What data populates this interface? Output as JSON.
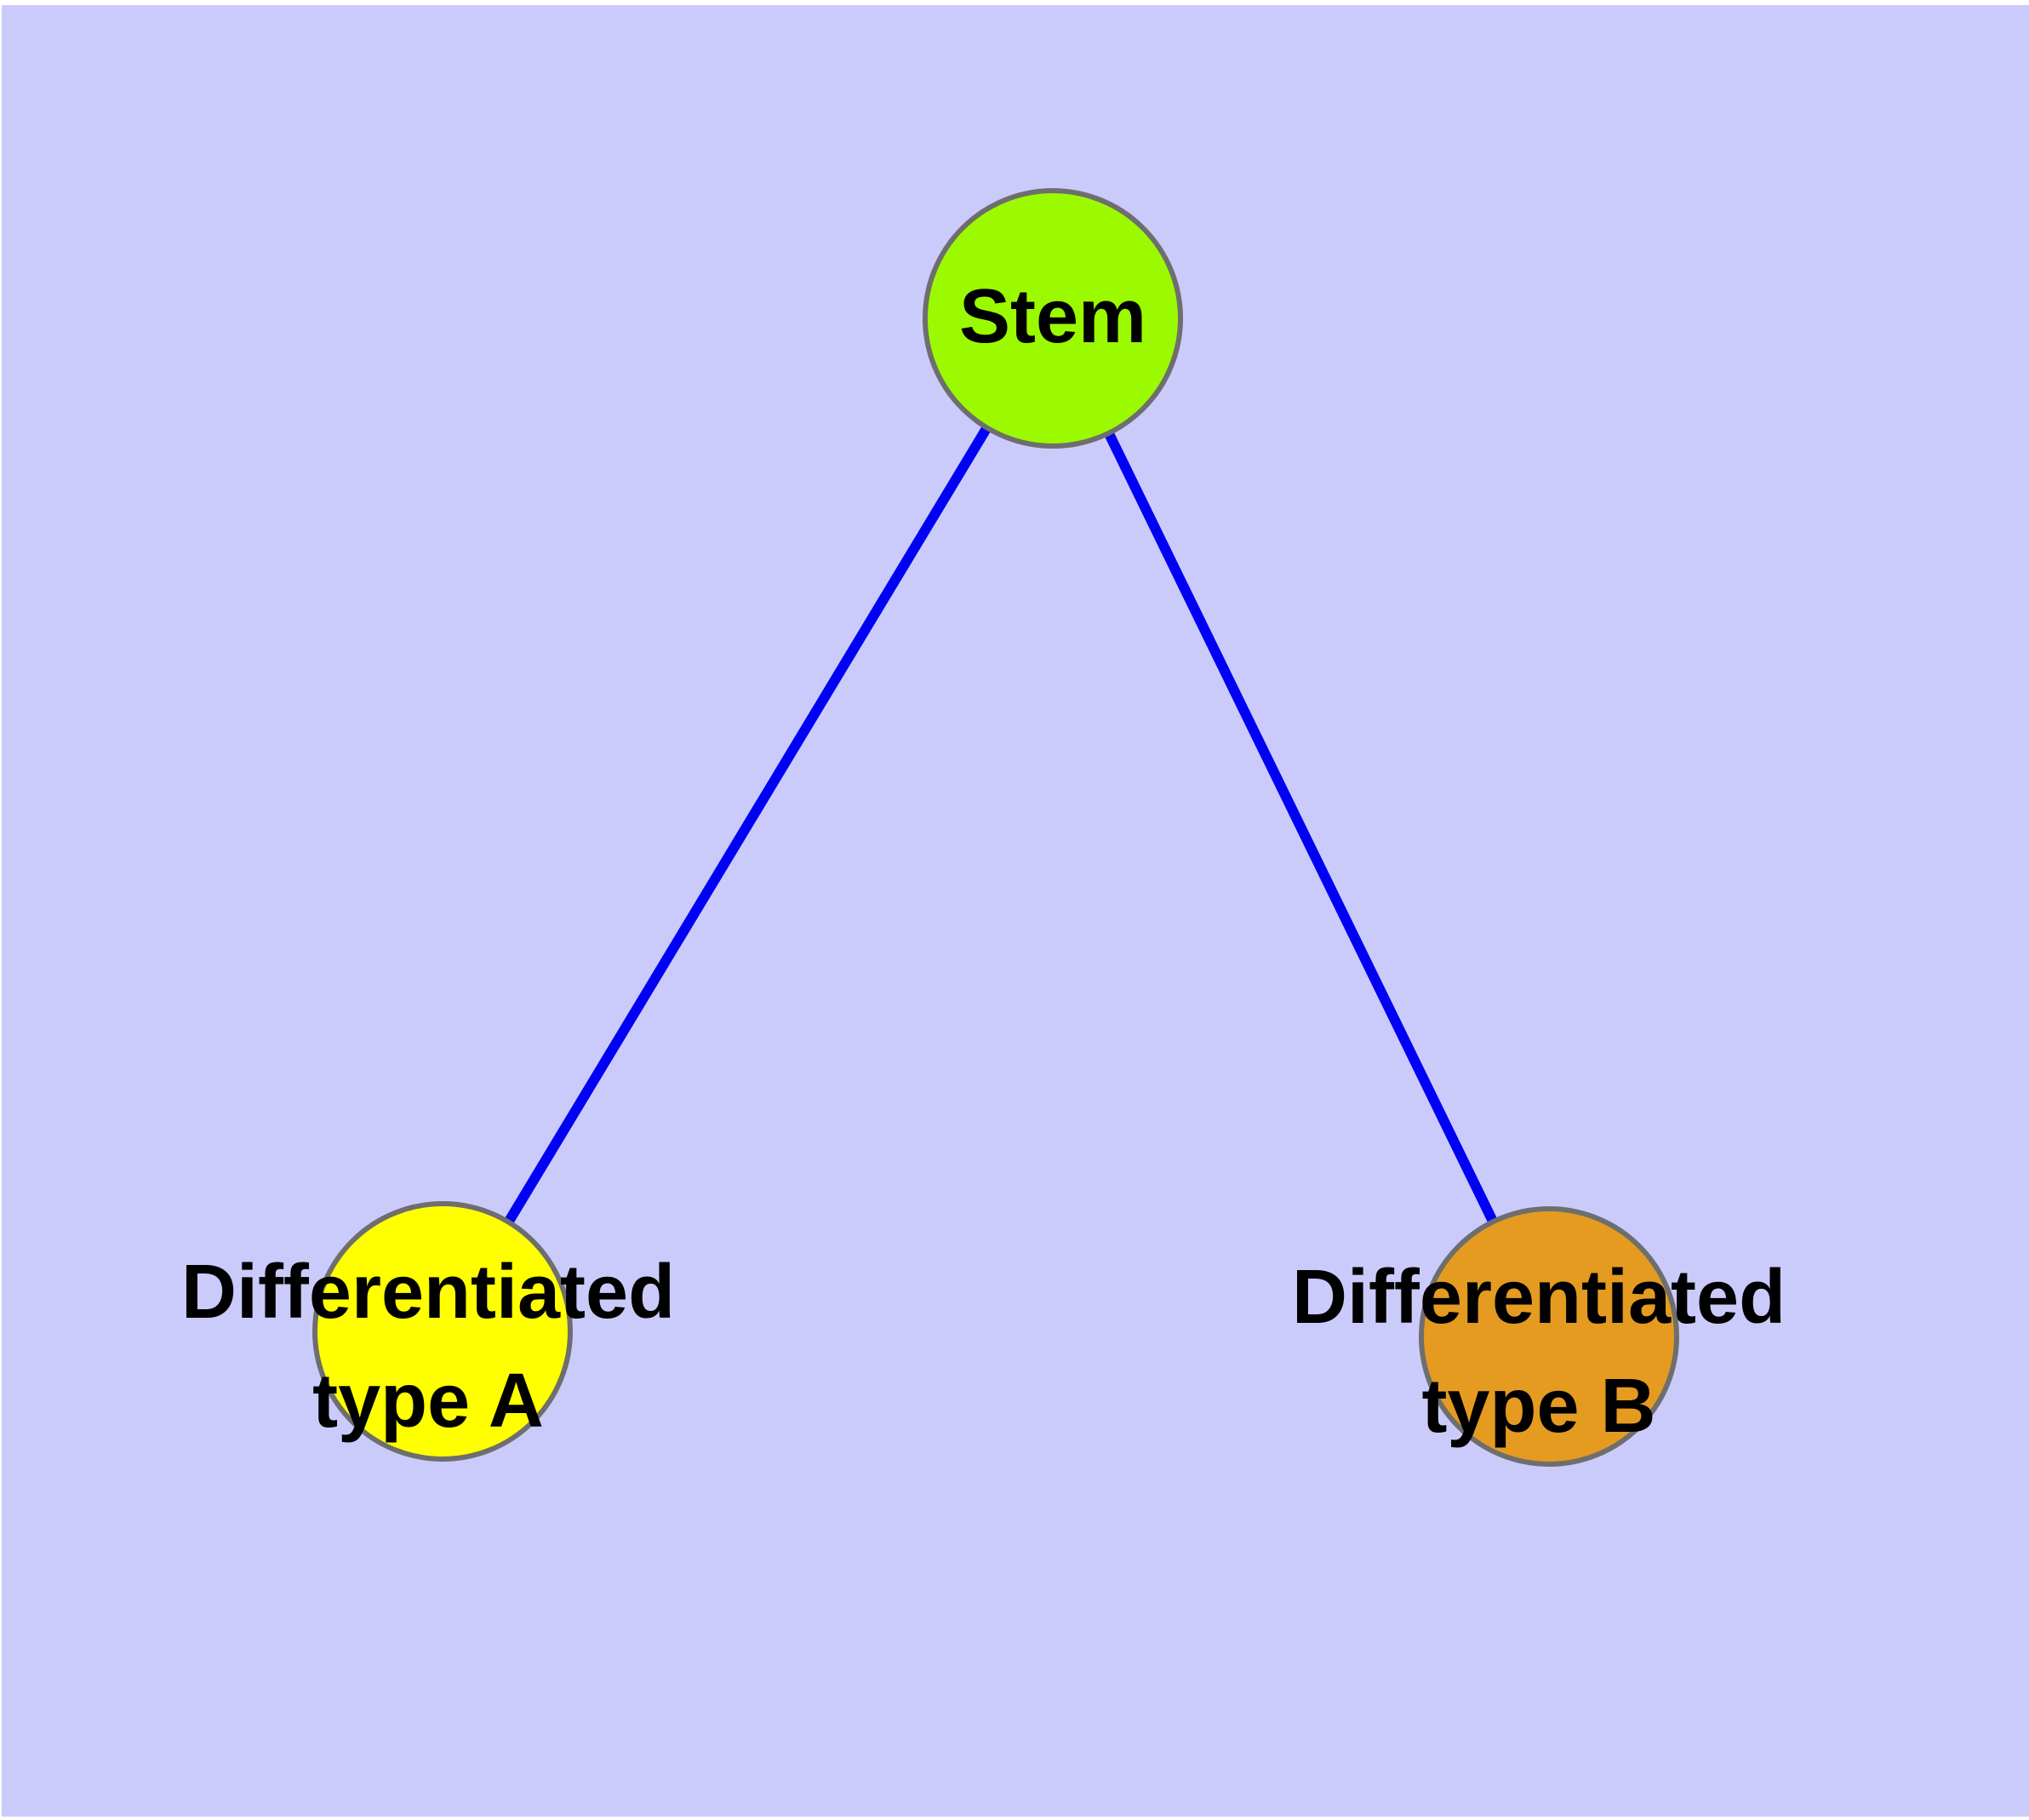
{
  "diagram": {
    "type": "graph",
    "background_color": "#CBCBFB",
    "page_margin_color": "#FFFFFF",
    "node_border_color": "#6E6E6E",
    "edge_color": "#0000F5",
    "label_color": "#000000",
    "nodes": [
      {
        "id": "stem",
        "label": "Stem",
        "color": "#9CFA00"
      },
      {
        "id": "diff-a",
        "label": "Differentiated\ntype A",
        "color": "#FFFF00"
      },
      {
        "id": "diff-b",
        "label": "Differentiated\ntype B",
        "color": "#E49B20"
      }
    ],
    "edges": [
      {
        "from": "Stem",
        "to": "Differentiated type A"
      },
      {
        "from": "Stem",
        "to": "Differentiated type B"
      }
    ]
  }
}
